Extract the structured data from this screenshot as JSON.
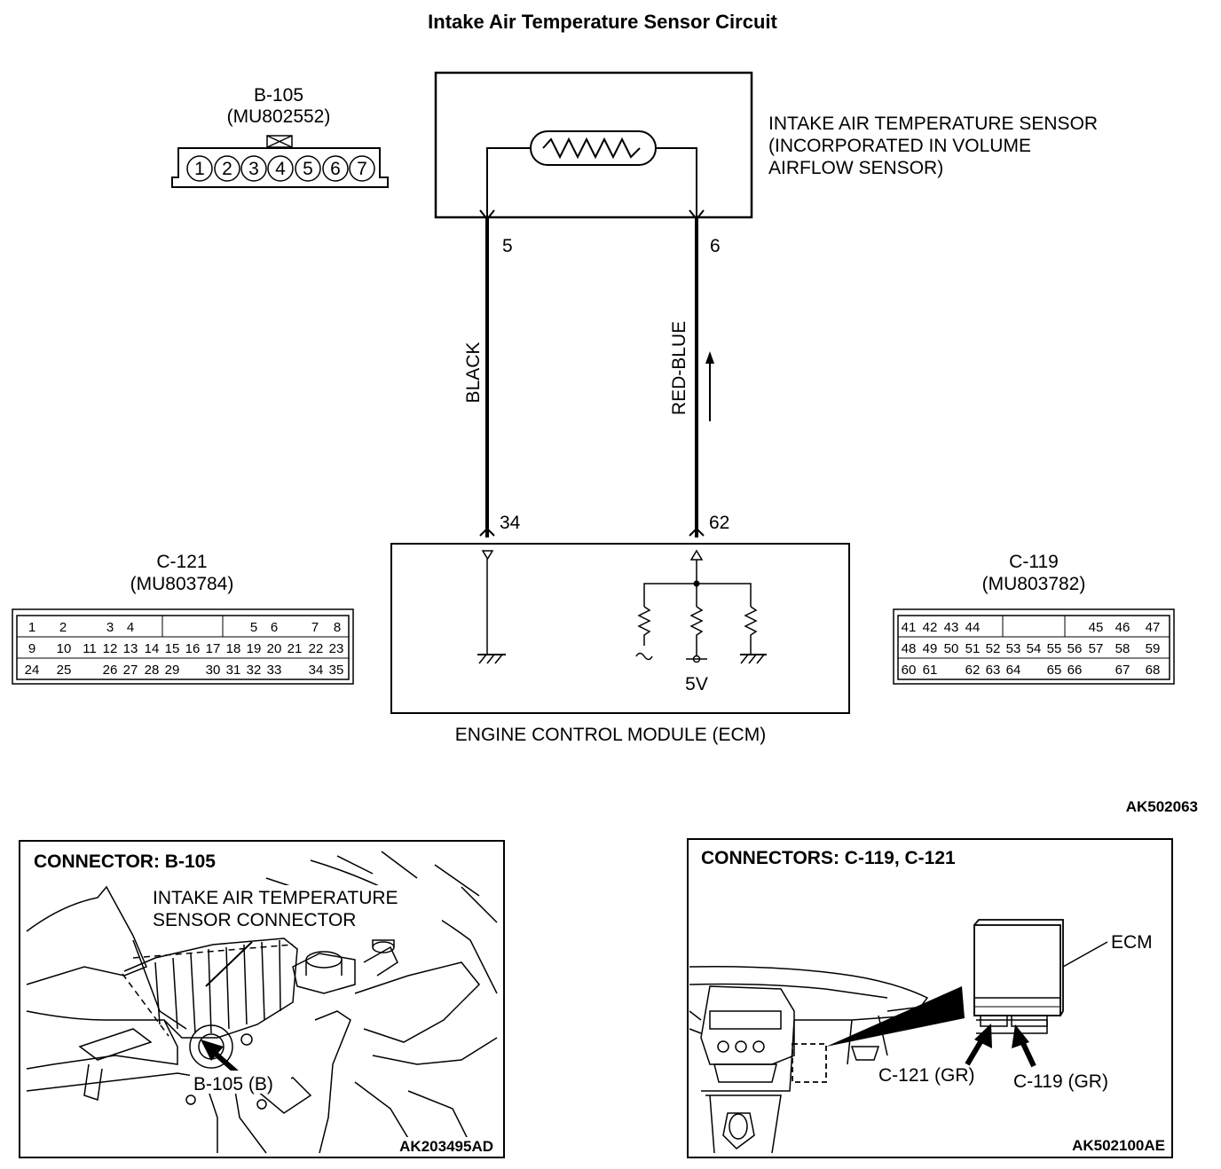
{
  "title": "Intake Air Temperature Sensor Circuit",
  "figure_code_top": "AK502063",
  "sensor": {
    "label_lines": [
      "INTAKE AIR TEMPERATURE SENSOR",
      "(INCORPORATED IN VOLUME",
      "AIRFLOW SENSOR)"
    ],
    "pin_left": "5",
    "pin_right": "6"
  },
  "wires": {
    "left_color": "BLACK",
    "right_color": "RED-BLUE"
  },
  "ecm": {
    "label": "ENGINE CONTROL MODULE (ECM)",
    "pin_left": "34",
    "pin_right": "62",
    "supply": "5V"
  },
  "connector_b105": {
    "name": "B-105",
    "part": "(MU802552)",
    "pins": [
      "1",
      "2",
      "3",
      "4",
      "5",
      "6",
      "7"
    ]
  },
  "connector_c121": {
    "name": "C-121",
    "part": "(MU803784)",
    "row1": [
      "1",
      "2",
      "3",
      "4",
      "5",
      "6",
      "7",
      "8"
    ],
    "row2": [
      "9",
      "10",
      "11",
      "12",
      "13",
      "14",
      "15",
      "16",
      "17",
      "18",
      "19",
      "20",
      "21",
      "22",
      "23"
    ],
    "row3": [
      "24",
      "25",
      "26",
      "27",
      "28",
      "29",
      "30",
      "31",
      "32",
      "33",
      "34",
      "35"
    ]
  },
  "connector_c119": {
    "name": "C-119",
    "part": "(MU803782)",
    "row1": [
      "41",
      "42",
      "43",
      "44",
      "45",
      "46",
      "47"
    ],
    "row2": [
      "48",
      "49",
      "50",
      "51",
      "52",
      "53",
      "54",
      "55",
      "56",
      "57",
      "58",
      "59"
    ],
    "row3": [
      "60",
      "61",
      "62",
      "63",
      "64",
      "65",
      "66",
      "67",
      "68"
    ]
  },
  "panel_left": {
    "heading": "CONNECTOR: B-105",
    "callout_lines": [
      "INTAKE AIR TEMPERATURE",
      "SENSOR CONNECTOR"
    ],
    "pointer_label": "B-105 (B)",
    "code": "AK203495AD"
  },
  "panel_right": {
    "heading": "CONNECTORS: C-119, C-121",
    "ecm_label": "ECM",
    "label_c121": "C-121 (GR)",
    "label_c119": "C-119 (GR)",
    "code": "AK502100AE"
  }
}
